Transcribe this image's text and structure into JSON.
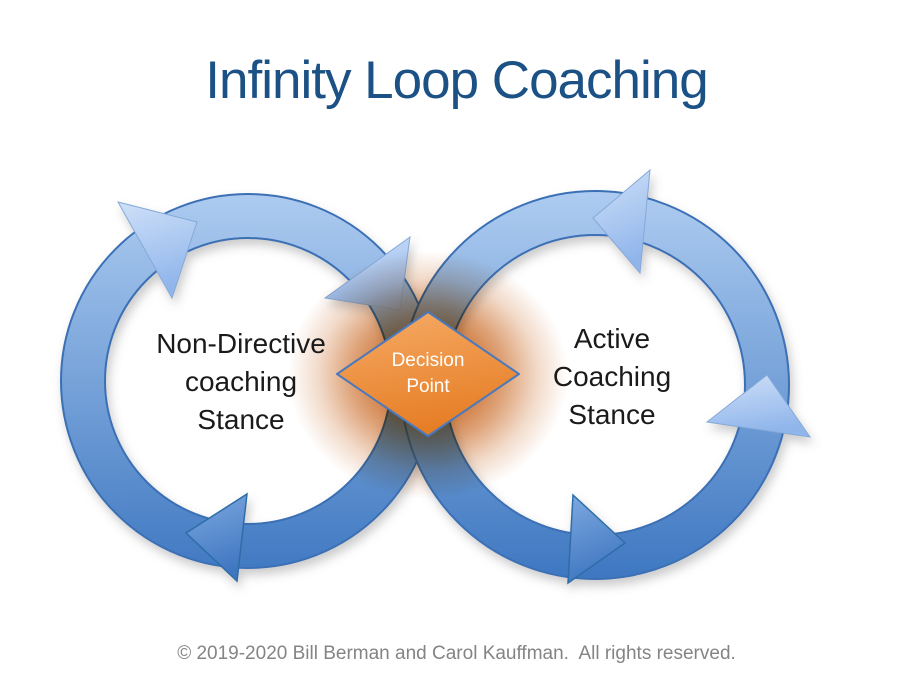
{
  "slide": {
    "title": "Infinity Loop Coaching",
    "footer": "© 2019-2020 Bill Berman and Carol Kauffman.  All rights reserved."
  },
  "diagram": {
    "type": "infinity-loop",
    "left_loop": {
      "label": "Non-Directive\ncoaching\nStance",
      "arrow_count": 3,
      "direction": "clockwise"
    },
    "right_loop": {
      "label": "Active\nCoaching\nStance",
      "arrow_count": 3,
      "direction": "counterclockwise"
    },
    "decision_point": {
      "label": "Decision\nPoint",
      "shape": "diamond"
    },
    "colors": {
      "title_text": "#1B5185",
      "ring_gradient_top": "#AFCDF1",
      "ring_gradient_bottom": "#3C76C0",
      "ring_border": "#3A6FB5",
      "arrow_light": "#C9DCF7",
      "arrow_dark": "#3F77C1",
      "diamond_top": "#F6AB66",
      "diamond_bottom": "#E67E26",
      "diamond_border": "#4979BE",
      "glow": "#C8651E",
      "label_text": "#1a1a1a",
      "footer_text": "#848484"
    }
  }
}
